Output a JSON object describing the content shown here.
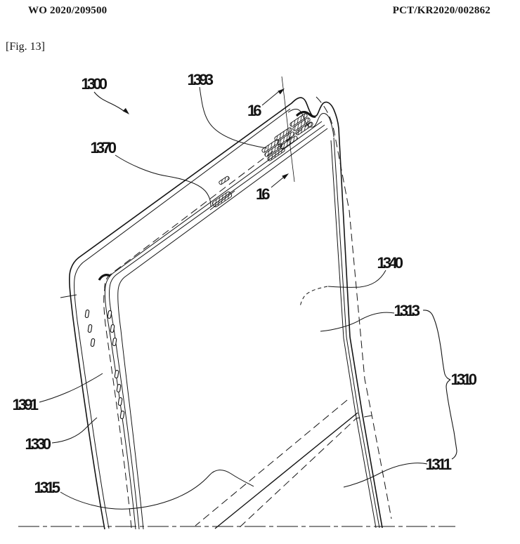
{
  "page": {
    "background": "#ffffff",
    "line_color": "#141414"
  },
  "header": {
    "publication_number": "WO 2020/209500",
    "application_number": "PCT/KR2020/002862"
  },
  "figure": {
    "caption": "[Fig. 13]"
  },
  "reference_labels": {
    "r1300": "1300",
    "r1393": "1393",
    "section_16_top": "16",
    "section_16_bottom": "16",
    "r1370": "1370",
    "r1340": "1340",
    "r1313": "1313",
    "r1310": "1310",
    "r1311": "1311",
    "r1391": "1391",
    "r1330": "1330",
    "r1315": "1315"
  }
}
